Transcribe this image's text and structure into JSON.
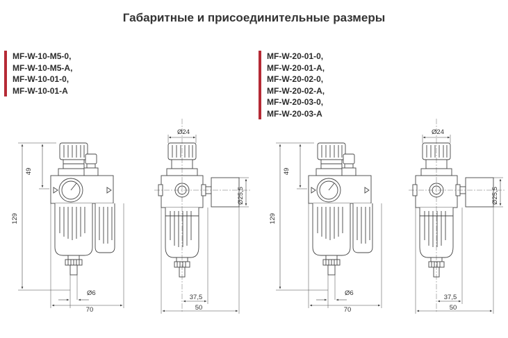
{
  "title": "Габаритные и присоединительные размеры",
  "groups": [
    {
      "models": [
        "MF-W-10-M5-0,",
        "MF-W-10-M5-A,",
        "MF-W-10-01-0,",
        "MF-W-10-01-A"
      ],
      "front_dims": {
        "height_top": "49",
        "height_total": "129",
        "bottom_dia": "Ø6",
        "width": "70"
      },
      "side_dims": {
        "top_dia": "Ø24",
        "right_dia": "Ø25,5",
        "offset": "37,5",
        "width": "50"
      }
    },
    {
      "models": [
        "MF-W-20-01-0,",
        "MF-W-20-01-A,",
        "MF-W-20-02-0,",
        "MF-W-20-02-A,",
        "MF-W-20-03-0,",
        "MF-W-20-03-A"
      ],
      "front_dims": {
        "height_top": "49",
        "height_total": "129",
        "bottom_dia": "Ø6",
        "width": "70"
      },
      "side_dims": {
        "top_dia": "Ø24",
        "right_dia": "Ø25,5",
        "offset": "37,5",
        "width": "50"
      }
    }
  ],
  "colors": {
    "accent": "#b52a35",
    "line": "#444444"
  }
}
